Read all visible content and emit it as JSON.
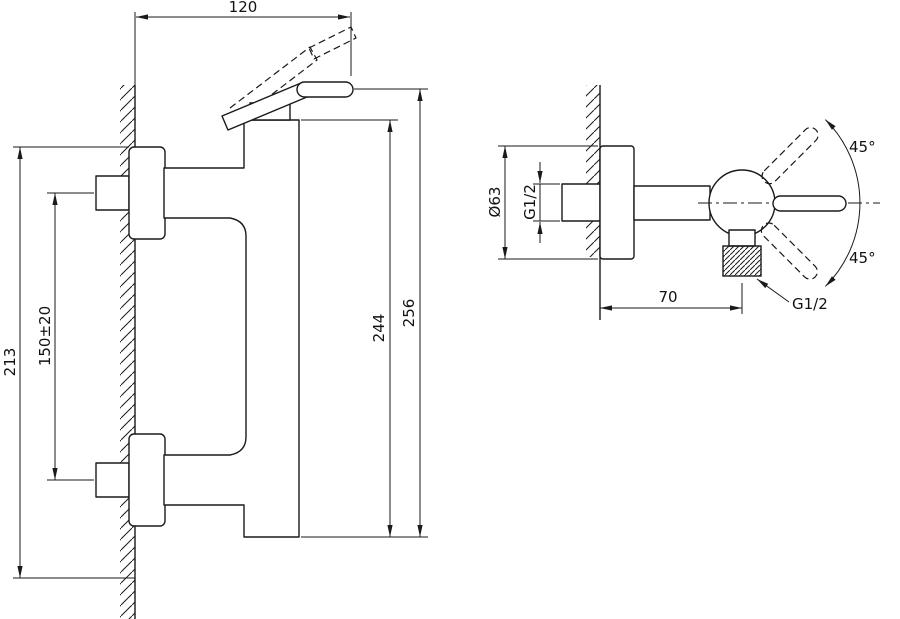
{
  "page": {
    "background": "#ffffff",
    "line_color": "#1a1a1a"
  },
  "front_view": {
    "name": "shower-mixer-front-elevation",
    "dims": {
      "width": "120",
      "body_height": "244",
      "total_height": "256",
      "overall_left": "213",
      "port_spacing": "150±20"
    }
  },
  "side_view": {
    "name": "shower-mixer-side-profile",
    "dims": {
      "flange_diameter": "Ø63",
      "inlet_thread": "G1/2",
      "wall_depth": "70",
      "outlet_thread": "G1/2",
      "handle_swing_up": "45°",
      "handle_swing_down": "45°"
    }
  }
}
